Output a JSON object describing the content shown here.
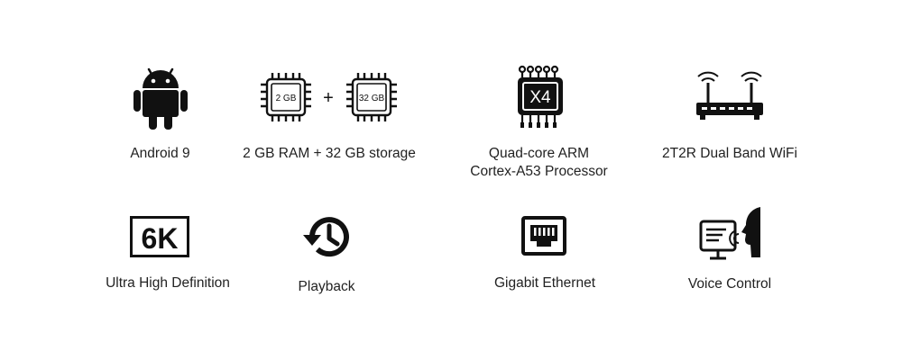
{
  "features": {
    "android": {
      "label": "Android 9",
      "icon": "android-robot-icon"
    },
    "memory": {
      "label": "2 GB RAM + 32 GB storage",
      "ram_chip": "2 GB",
      "plus": "+",
      "storage_chip": "32 GB",
      "icon": "chip-icon"
    },
    "cpu": {
      "label_line1": "Quad-core ARM",
      "label_line2": "Cortex-A53 Processor",
      "chip_text": "X4",
      "icon": "processor-icon"
    },
    "wifi": {
      "label": "2T2R Dual Band WiFi",
      "icon": "router-icon"
    },
    "resolution": {
      "label": "Ultra High Definition",
      "badge": "6K",
      "icon": "6k-badge-icon"
    },
    "playback": {
      "label": "Playback",
      "icon": "history-icon"
    },
    "ethernet": {
      "label": "Gigabit Ethernet",
      "icon": "ethernet-port-icon"
    },
    "voice": {
      "label": "Voice Control",
      "icon": "voice-control-icon"
    }
  }
}
